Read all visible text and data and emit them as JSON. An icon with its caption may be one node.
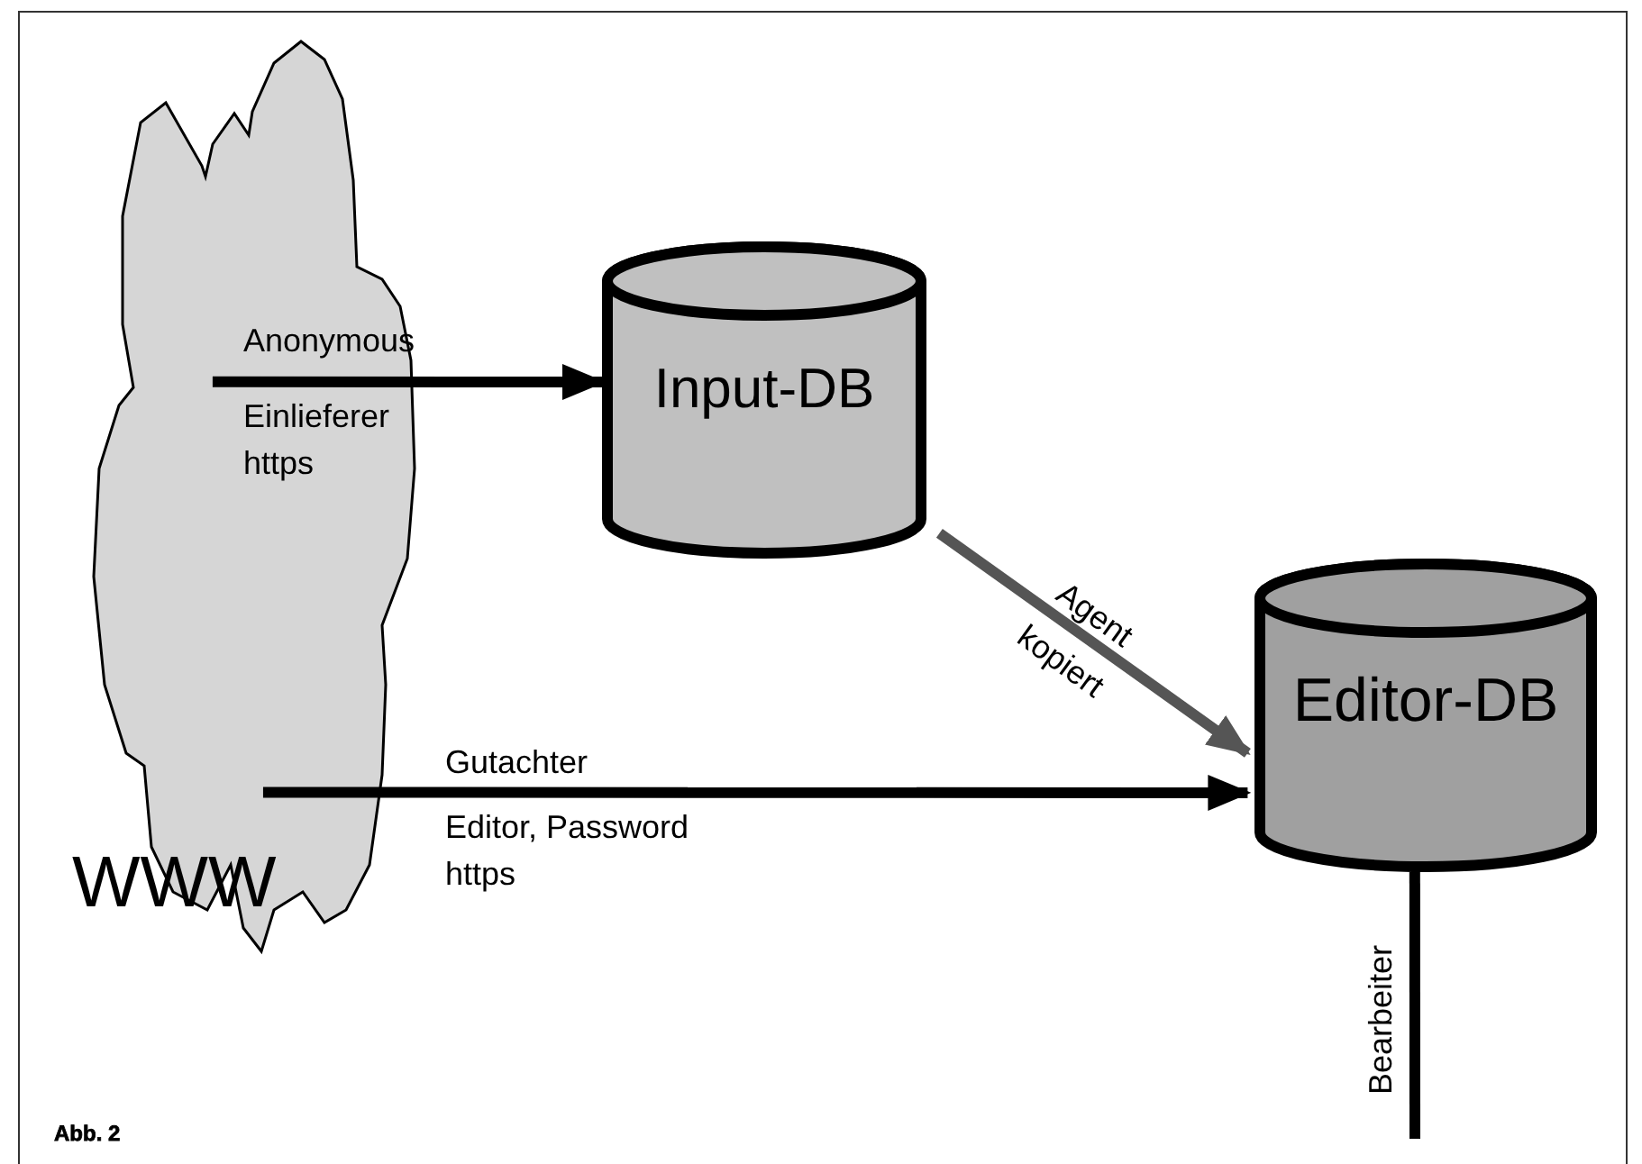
{
  "diagram": {
    "caption": "Abb. 2",
    "nodes": [
      {
        "text": [
          "WWW"
        ]
      },
      {
        "text": [
          "Input-DB"
        ]
      },
      {
        "text": [
          "Editor-DB"
        ]
      }
    ],
    "edges": [
      {
        "from": 0,
        "to": 1,
        "arrow": "to",
        "label": "Anonymous"
      },
      {
        "from": 0,
        "to": 2,
        "arrow": "to",
        "label": "Gutachter"
      },
      {
        "from": 1,
        "to": 2,
        "arrow": "to",
        "label": "Agent kopiert",
        "color": "#555555"
      },
      {
        "from": 2,
        "to": null,
        "arrow": "none",
        "label": "Bearbeiter"
      }
    ],
    "labels": [
      "Einlieferer https",
      "Editor, Password https"
    ]
  }
}
